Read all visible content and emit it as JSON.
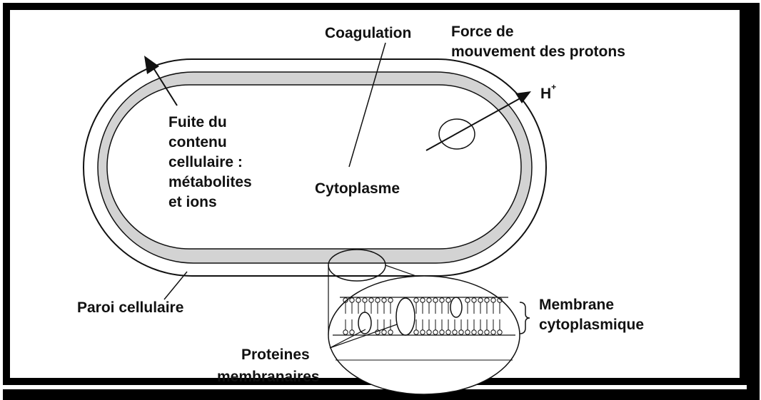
{
  "labels": {
    "coagulation": "Coagulation",
    "force_line1": "Force de",
    "force_line2": "mouvement des protons",
    "h_plus": "H",
    "h_plus_sup": "+",
    "fuite_line1": "Fuite du",
    "fuite_line2": "contenu",
    "fuite_line3": "cellulaire :",
    "fuite_line4": "métabolites",
    "fuite_line5": "et ions",
    "cytoplasme": "Cytoplasme",
    "paroi": "Paroi cellulaire",
    "membrane_line1": "Membrane",
    "membrane_line2": "cytoplasmique",
    "proteines_line1": "Proteines",
    "proteines_line2": "membranaires"
  },
  "colors": {
    "stroke": "#111111",
    "membrane_band": "#d3d3d3",
    "background": "#ffffff"
  }
}
